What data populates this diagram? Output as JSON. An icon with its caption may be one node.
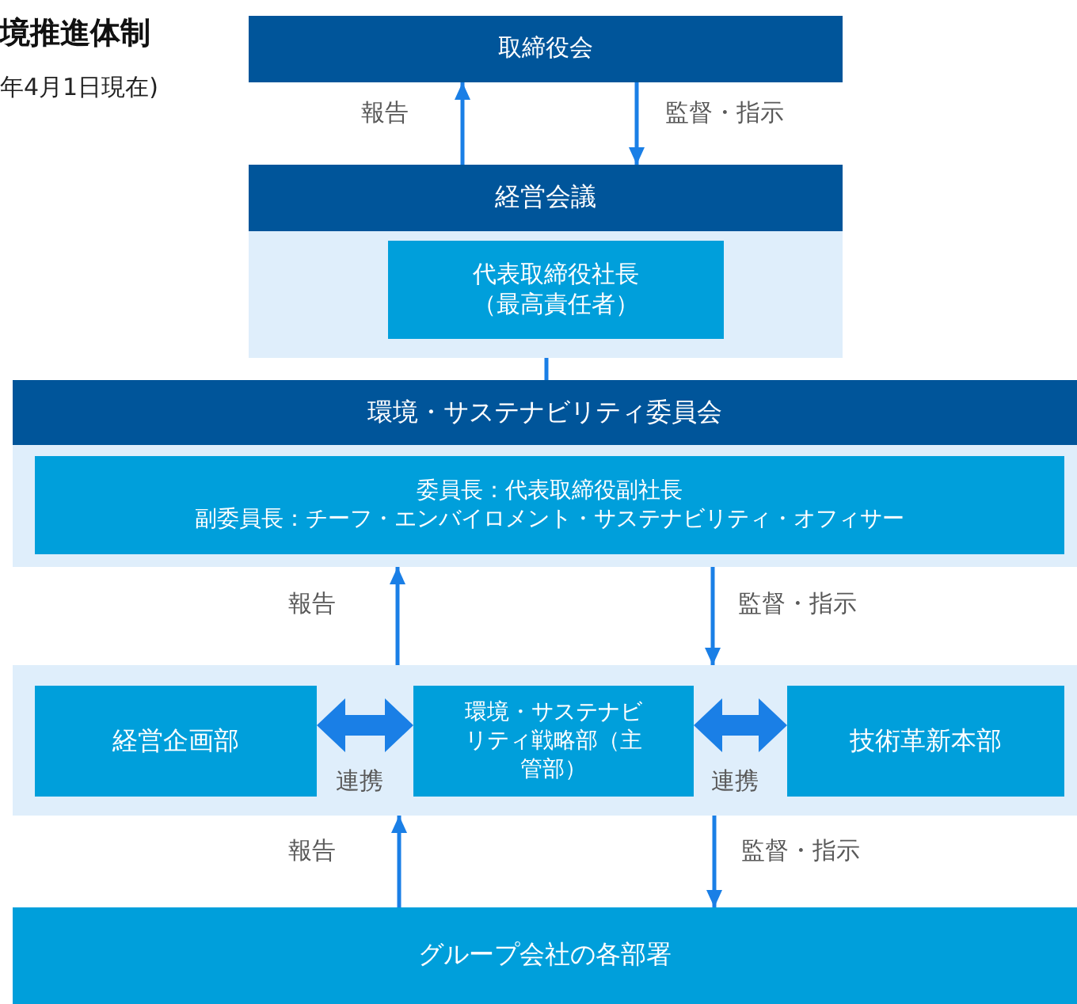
{
  "diagram": {
    "title": "境推進体制",
    "nodes": [
      {
        "text": [
          "取締役会"
        ]
      },
      {
        "text": [
          "経営会議"
        ]
      },
      {
        "text": [
          "代表取締役社長（最高責任者）"
        ],
        "in": 1
      },
      {
        "text": [
          "環境・サステナビリティ委員会"
        ]
      },
      {
        "text": [
          "委員長：代表取締役副社長",
          "副委員長：チーフ・エンバイロメント・サステナビリティ・オフィサー"
        ],
        "in": 3
      },
      {
        "text": [],
        "shape": "box"
      },
      {
        "text": [
          "経営企画部"
        ],
        "in": 5
      },
      {
        "text": [
          "環境・サステナビリティ戦略部（主管部）"
        ],
        "in": 5
      },
      {
        "text": [
          "技術革新本部"
        ],
        "in": 5
      },
      {
        "text": [
          "グループ会社の各部署"
        ]
      }
    ],
    "edges": [
      {
        "from": 1,
        "to": 0,
        "arrow": "to",
        "label": "報告"
      },
      {
        "from": 0,
        "to": 1,
        "arrow": "to",
        "label": "監督・指示"
      },
      {
        "from": 1,
        "to": 3,
        "arrow": "none"
      },
      {
        "from": 5,
        "to": 3,
        "arrow": "to",
        "label": "報告"
      },
      {
        "from": 3,
        "to": 5,
        "arrow": "to",
        "label": "監督・指示"
      },
      {
        "from": 6,
        "to": 7,
        "arrow": "both",
        "label": "連携",
        "style": "thick"
      },
      {
        "from": 7,
        "to": 8,
        "arrow": "both",
        "label": "連携",
        "style": "thick"
      },
      {
        "from": 9,
        "to": 5,
        "arrow": "to",
        "label": "報告"
      },
      {
        "from": 5,
        "to": 9,
        "arrow": "to",
        "label": "監督・指示"
      }
    ],
    "labels": [
      "年4月1日現在)"
    ]
  }
}
